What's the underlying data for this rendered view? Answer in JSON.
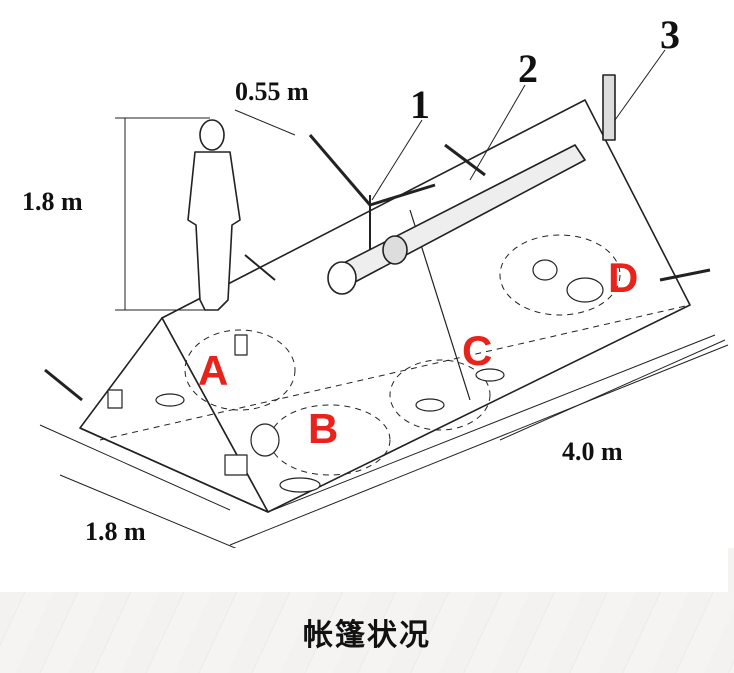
{
  "diagram": {
    "dimensions": {
      "shoulder_width": "0.55 m",
      "person_height": "1.8 m",
      "length": "4.0 m",
      "width": "1.8 m"
    },
    "callouts": [
      "1",
      "2",
      "3"
    ],
    "zones": [
      "A",
      "B",
      "C",
      "D"
    ],
    "zone_color": "#e8231c"
  },
  "caption": "帐篷状况"
}
